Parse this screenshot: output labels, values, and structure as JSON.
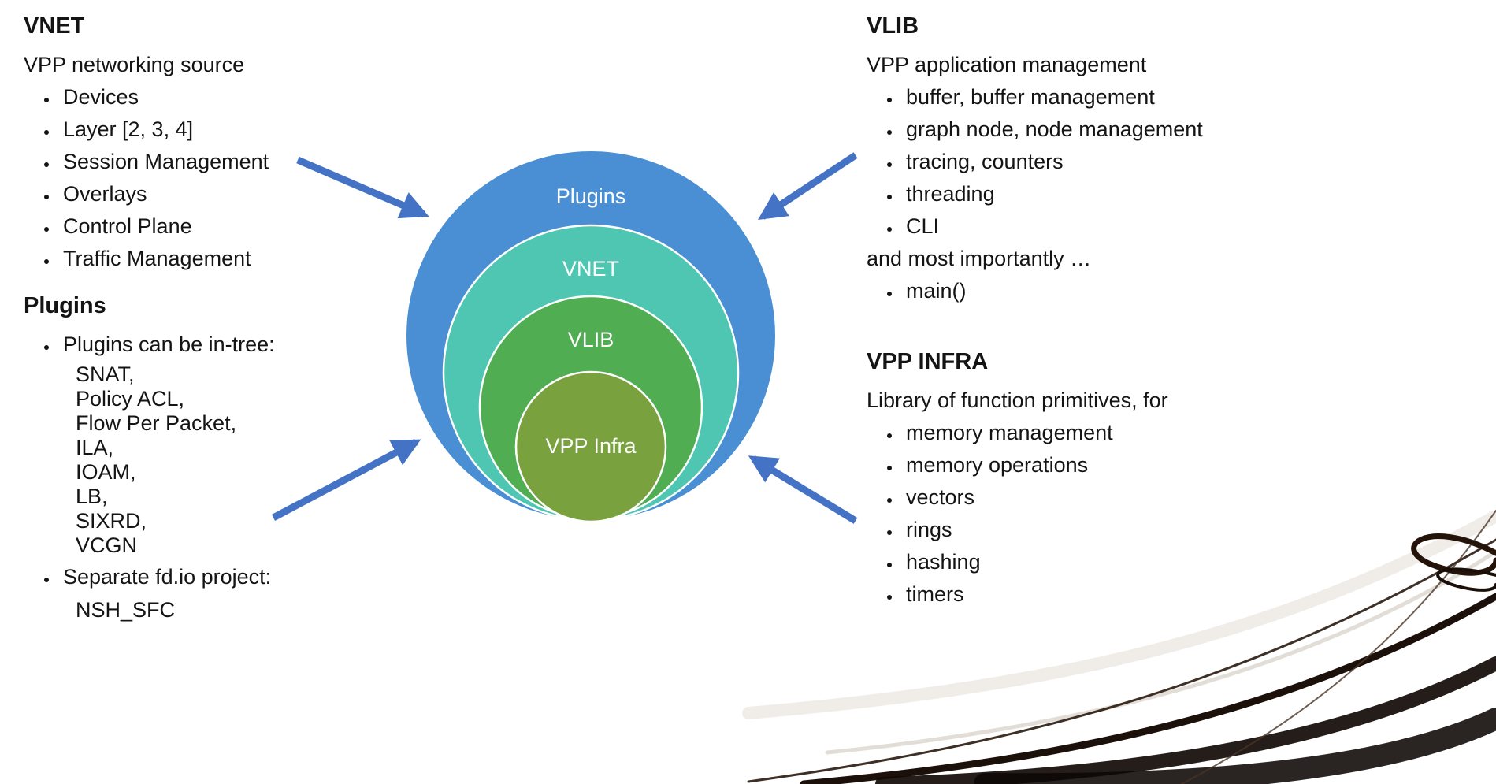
{
  "left": {
    "vnet": {
      "title": "VNET",
      "subtitle": "VPP networking source",
      "bullets": [
        "Devices",
        "Layer [2, 3, 4]",
        "Session Management",
        "Overlays",
        "Control Plane",
        "Traffic Management"
      ]
    },
    "plugins": {
      "title": "Plugins",
      "items": [
        {
          "label": "Plugins can be in-tree:",
          "sub": [
            "SNAT,",
            "Policy ACL,",
            "Flow Per Packet,",
            "ILA,",
            "IOAM,",
            "LB,",
            "SIXRD,",
            "VCGN"
          ]
        },
        {
          "label": "Separate fd.io project:",
          "sub": [
            "NSH_SFC"
          ]
        }
      ]
    }
  },
  "right": {
    "vlib": {
      "title": "VLIB",
      "subtitle": "VPP application management",
      "bullets": [
        "buffer, buffer management",
        "graph node, node management",
        "tracing, counters",
        "threading",
        "CLI"
      ],
      "outro": "and most importantly …",
      "outro_bullets": [
        "main()"
      ]
    },
    "vpp_infra": {
      "title": "VPP INFRA",
      "subtitle": "Library of function primitives, for",
      "bullets": [
        "memory management",
        "memory operations",
        "vectors",
        "rings",
        "hashing",
        "timers"
      ]
    }
  },
  "diagram": {
    "layers": [
      {
        "label": "Plugins",
        "color": "#4a8fd3"
      },
      {
        "label": "VNET",
        "color": "#4fc6b2"
      },
      {
        "label": "VLIB",
        "color": "#50ad51"
      },
      {
        "label": "VPP Infra",
        "color": "#79a23e"
      }
    ],
    "arrow_color": "#4472c4"
  }
}
